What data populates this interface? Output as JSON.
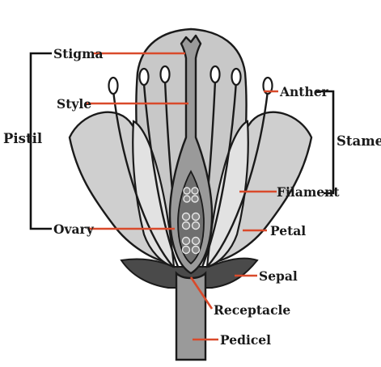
{
  "labels": {
    "stigma": "Stigma",
    "style": "Style",
    "pistil": "Pistil",
    "ovary": "Ovary",
    "anther": "Anther",
    "stamen": "Stamen",
    "filament": "Filament",
    "petal": "Petal",
    "sepal": "Sepal",
    "receptacle": "Receptacle",
    "pedicel": "Pedicel"
  },
  "colors": {
    "leader_line": "#d94a2b",
    "outline": "#1a1a1a",
    "petal_fill": "#cfcfcf",
    "pistil_fill": "#9a9a9a",
    "sepal_fill": "#4a4a4a"
  }
}
